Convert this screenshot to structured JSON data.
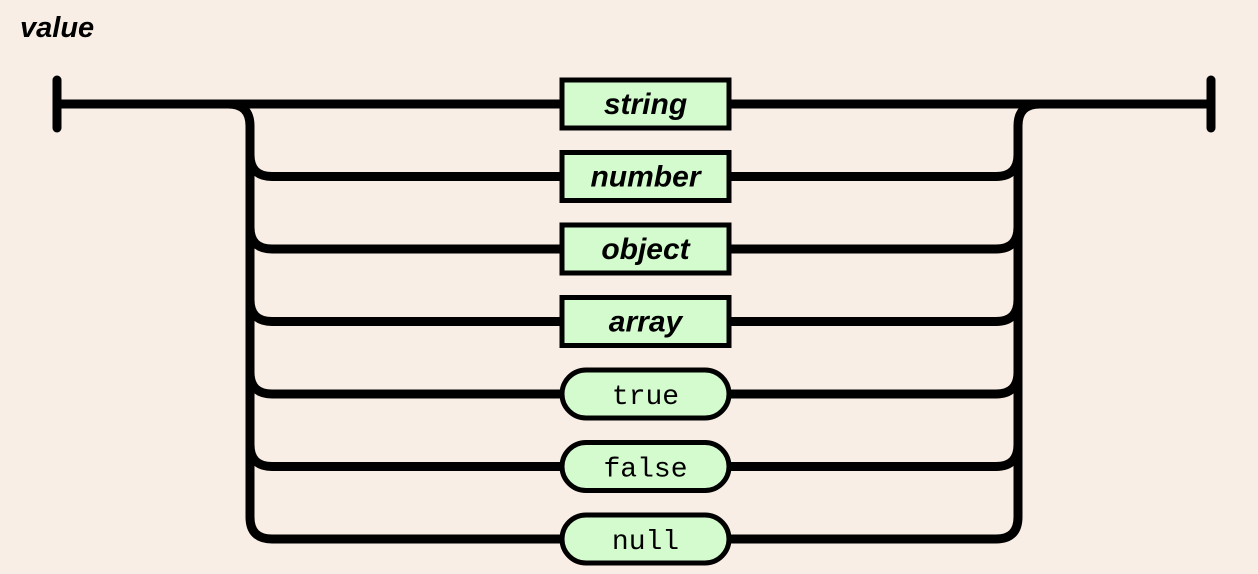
{
  "title": "value",
  "alternatives": [
    {
      "label": "string",
      "kind": "nonterminal"
    },
    {
      "label": "number",
      "kind": "nonterminal"
    },
    {
      "label": "object",
      "kind": "nonterminal"
    },
    {
      "label": "array",
      "kind": "nonterminal"
    },
    {
      "label": "true",
      "kind": "terminal"
    },
    {
      "label": "false",
      "kind": "terminal"
    },
    {
      "label": "null",
      "kind": "terminal"
    }
  ],
  "colors": {
    "background": "#f8eee5",
    "box_fill": "#d3fbce",
    "stroke": "#000000"
  }
}
